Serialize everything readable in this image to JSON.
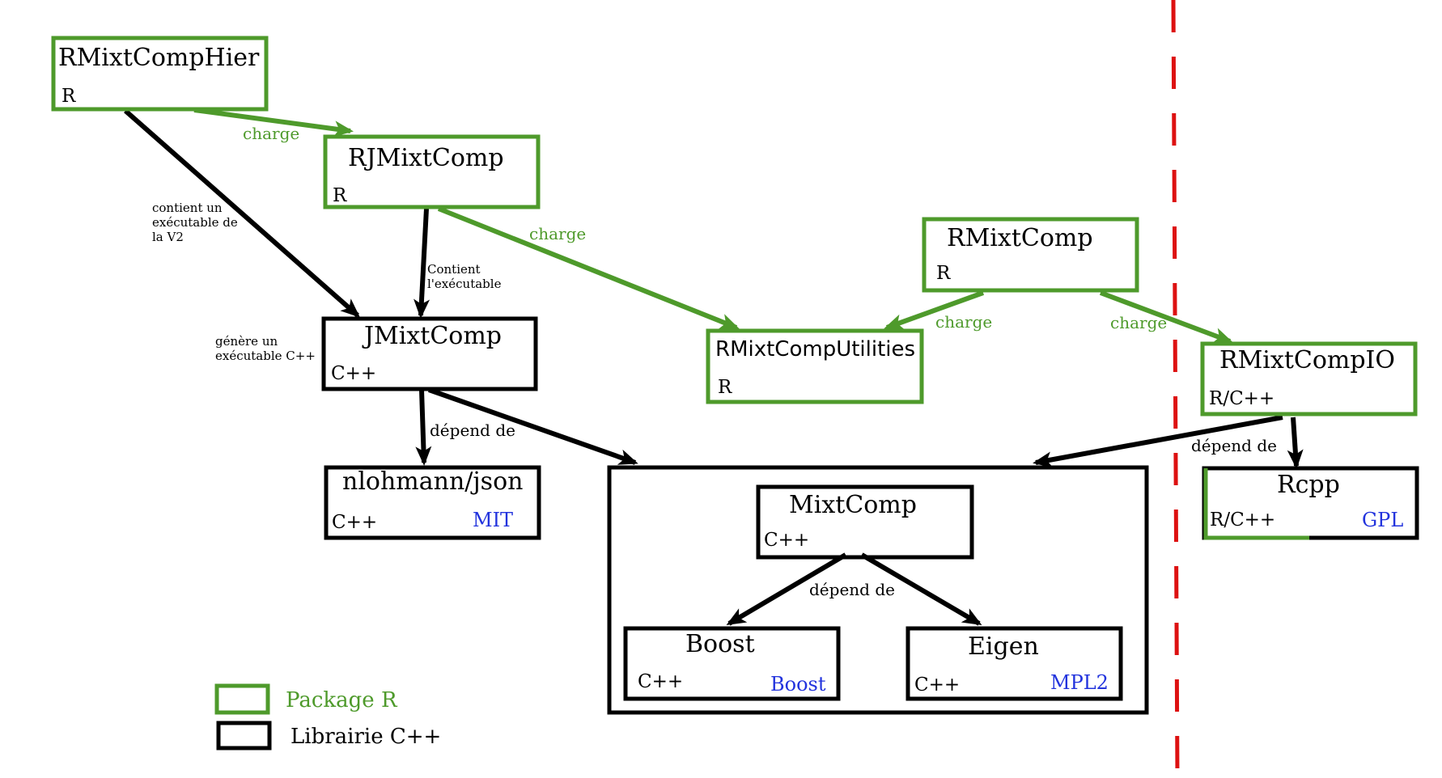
{
  "colors": {
    "r_package": "#4e9a2b",
    "cpp_library": "#000000",
    "license": "#2233dd",
    "separator": "#dd1111"
  },
  "nodes": {
    "rmixtcomphier": {
      "name": "RMixtCompHier",
      "lang": "R",
      "kind": "r_package"
    },
    "rjmixtcomp": {
      "name": "RJMixtComp",
      "lang": "R",
      "kind": "r_package"
    },
    "rmixtcomp": {
      "name": "RMixtComp",
      "lang": "R",
      "kind": "r_package"
    },
    "jmixtcomp": {
      "name": "JMixtComp",
      "lang": "C++",
      "kind": "cpp_library"
    },
    "rmixtcomputilities": {
      "name": "RMixtCompUtilities",
      "lang": "R",
      "kind": "r_package"
    },
    "rmixtcompio": {
      "name": "RMixtCompIO",
      "lang": "R/C++",
      "kind": "r_package"
    },
    "nlohmann": {
      "name": "nlohmann/json",
      "lang": "C++",
      "license": "MIT",
      "kind": "cpp_library"
    },
    "rcpp": {
      "name": "Rcpp",
      "lang": "R/C++",
      "license": "GPL",
      "kind": "mixed"
    },
    "mixtcomp": {
      "name": "MixtComp",
      "lang": "C++",
      "kind": "cpp_library"
    },
    "boost": {
      "name": "Boost",
      "lang": "C++",
      "license": "Boost",
      "kind": "cpp_library"
    },
    "eigen": {
      "name": "Eigen",
      "lang": "C++",
      "license": "MPL2",
      "kind": "cpp_library"
    }
  },
  "edges": {
    "hier_to_rjmixtcomp": "charge",
    "hier_to_jmixtcomp": [
      "contient un",
      "exécutable de",
      "la V2"
    ],
    "rjmixtcomp_to_jmixtcomp": [
      "Contient",
      "l'exécutable"
    ],
    "rjmixtcomp_to_utilities": "charge",
    "rmixtcomp_to_utilities": "charge",
    "rmixtcomp_to_io": "charge",
    "jmixtcomp_depends": "dépend de",
    "jmixtcomp_side_note": [
      "génère un",
      "exécutable C++"
    ],
    "io_depends": "dépend de",
    "mixtcomp_depends": "dépend de"
  },
  "legend": {
    "r_package": "Package R",
    "cpp_library": "Librairie C++"
  }
}
